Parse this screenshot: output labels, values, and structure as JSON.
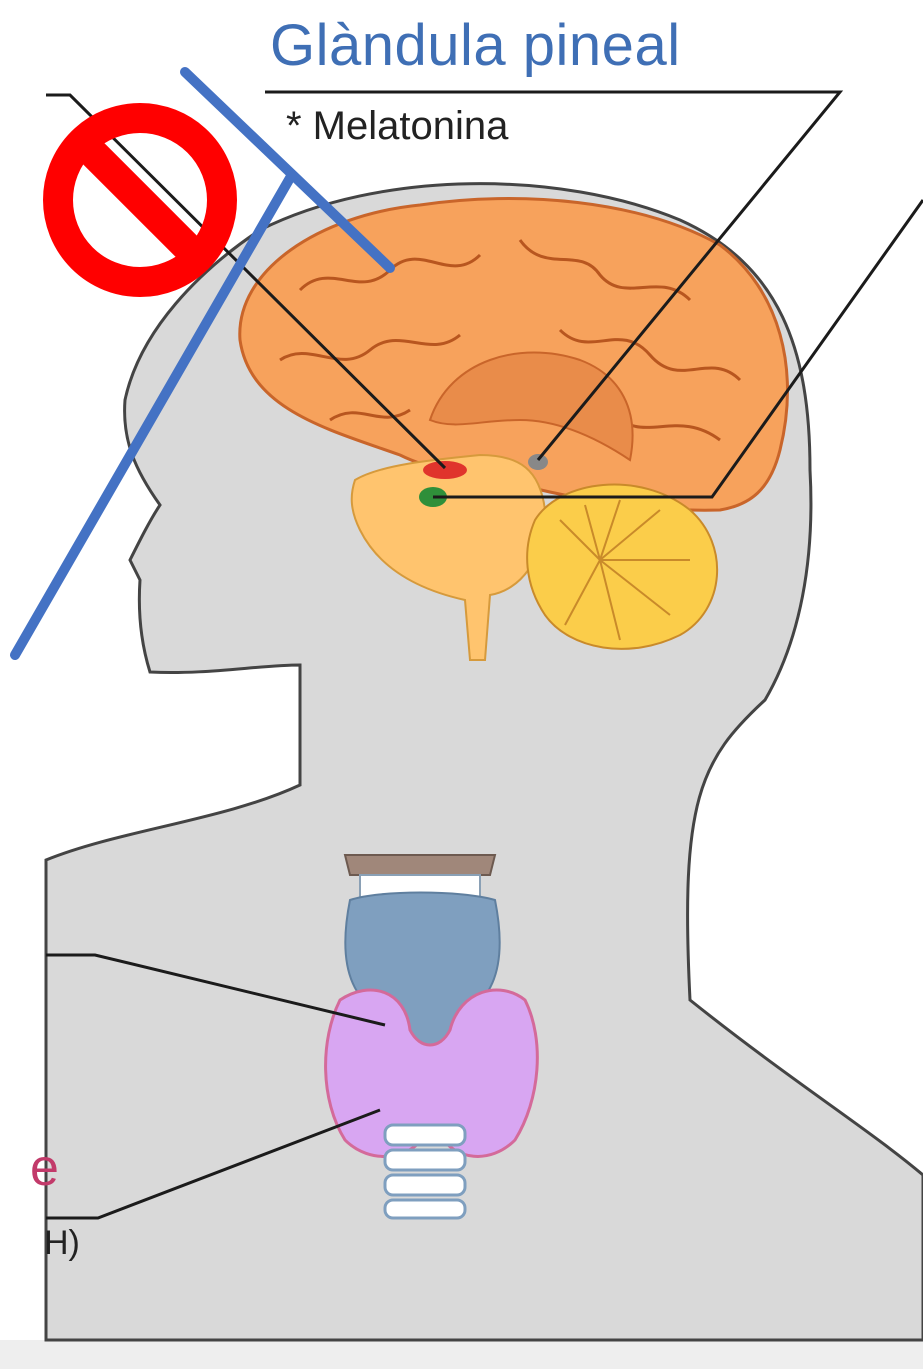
{
  "labels": {
    "pineal_title": "Glàndula pineal",
    "pineal_hormone": "* Melatonina",
    "cut_fragment_e": "e",
    "cut_fragment_h": "H)"
  },
  "colors": {
    "title_blue": "#3f6fb5",
    "annotation_blue": "#4472c4",
    "no_sign_red": "#ff0000",
    "head_gray": "#d9d9d9",
    "brain_orange": "#f7a25c",
    "brainstem_yellow": "#ffc46e",
    "cerebellum_yellow": "#fbcd4a",
    "thyroid_purple": "#d8a6f2",
    "larynx_blue": "#7f9fbf",
    "marker_red": "#e0342c",
    "marker_green": "#2f8f3a"
  },
  "icons": [
    "no-entry-sign-icon"
  ]
}
